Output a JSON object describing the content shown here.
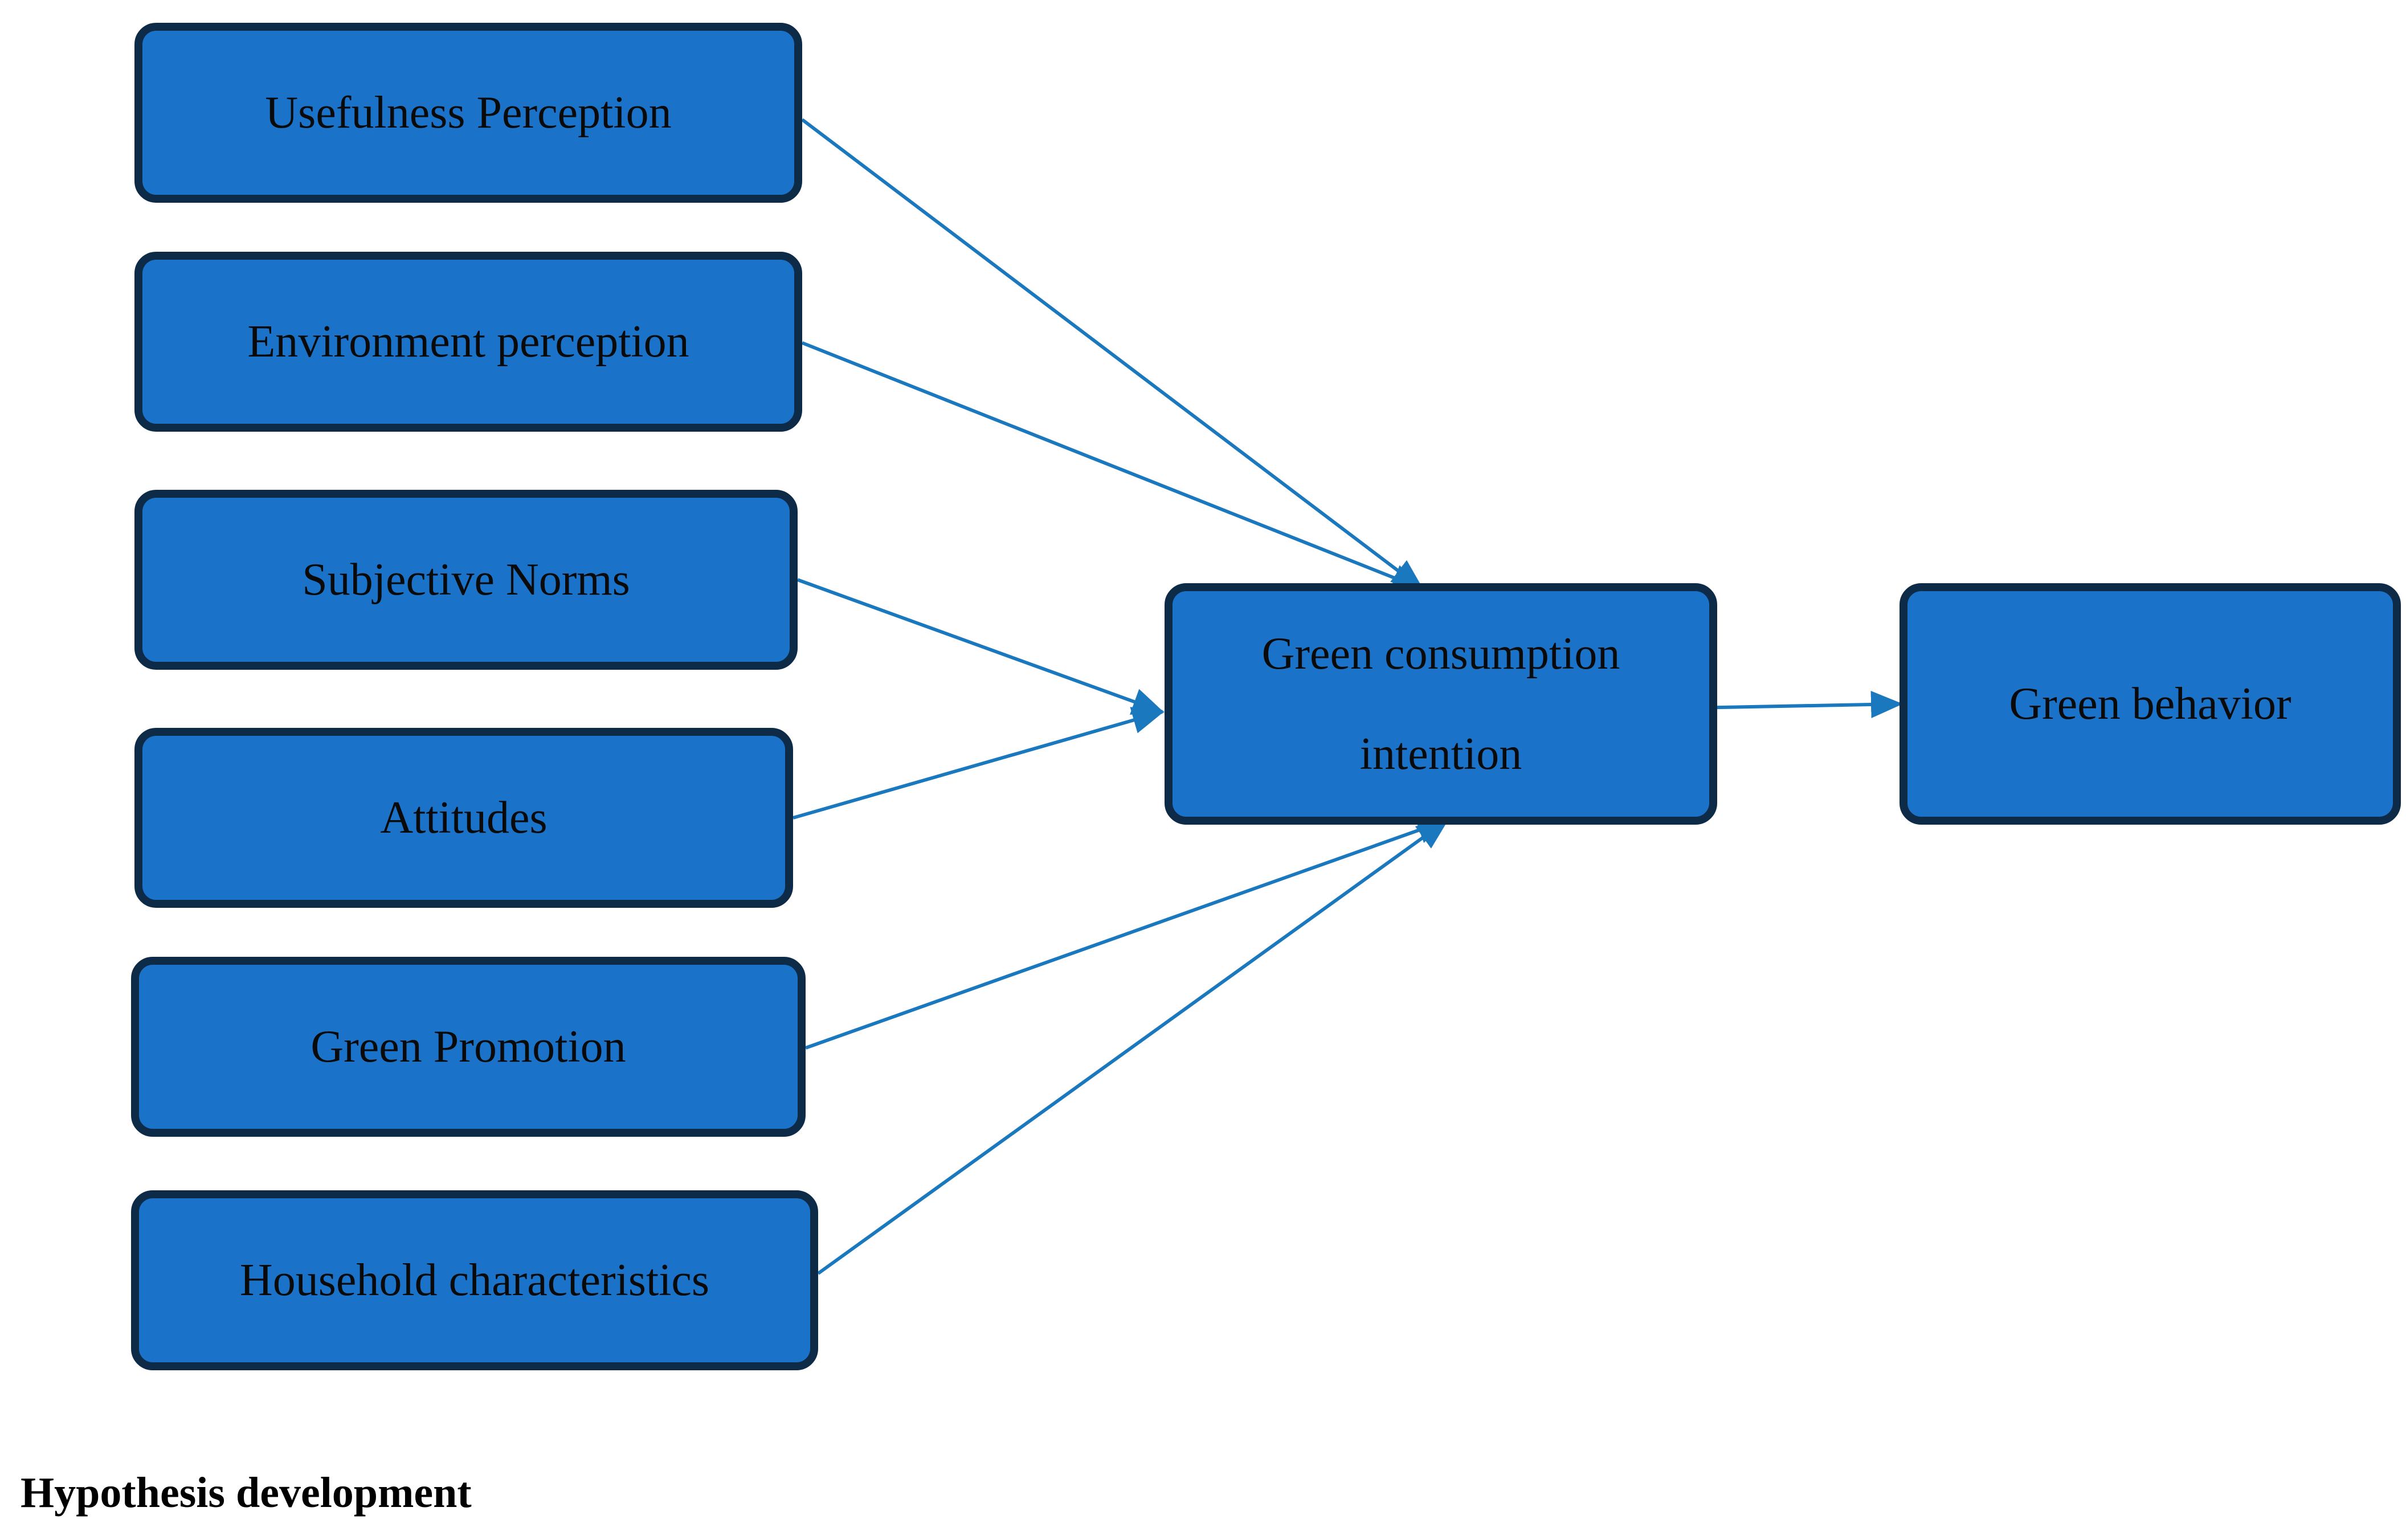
{
  "colors": {
    "box_fill": "#1a73c9",
    "box_border": "#0d2b47",
    "arrow": "#1a78bf",
    "text": "#0a0a0a"
  },
  "nodes": {
    "usefulness": "Usefulness Perception",
    "environment": "Environment perception",
    "norms": "Subjective Norms",
    "attitudes": "Attitudes",
    "promotion": "Green Promotion",
    "household": "Household characteristics",
    "intention_line1": "Green consumption",
    "intention_line2": "intention",
    "behavior": "Green behavior"
  },
  "edges": [
    {
      "from": "usefulness",
      "to": "intention"
    },
    {
      "from": "environment",
      "to": "intention"
    },
    {
      "from": "norms",
      "to": "intention"
    },
    {
      "from": "attitudes",
      "to": "intention"
    },
    {
      "from": "promotion",
      "to": "intention"
    },
    {
      "from": "household",
      "to": "intention"
    },
    {
      "from": "intention",
      "to": "behavior"
    }
  ],
  "caption": "Hypothesis development"
}
